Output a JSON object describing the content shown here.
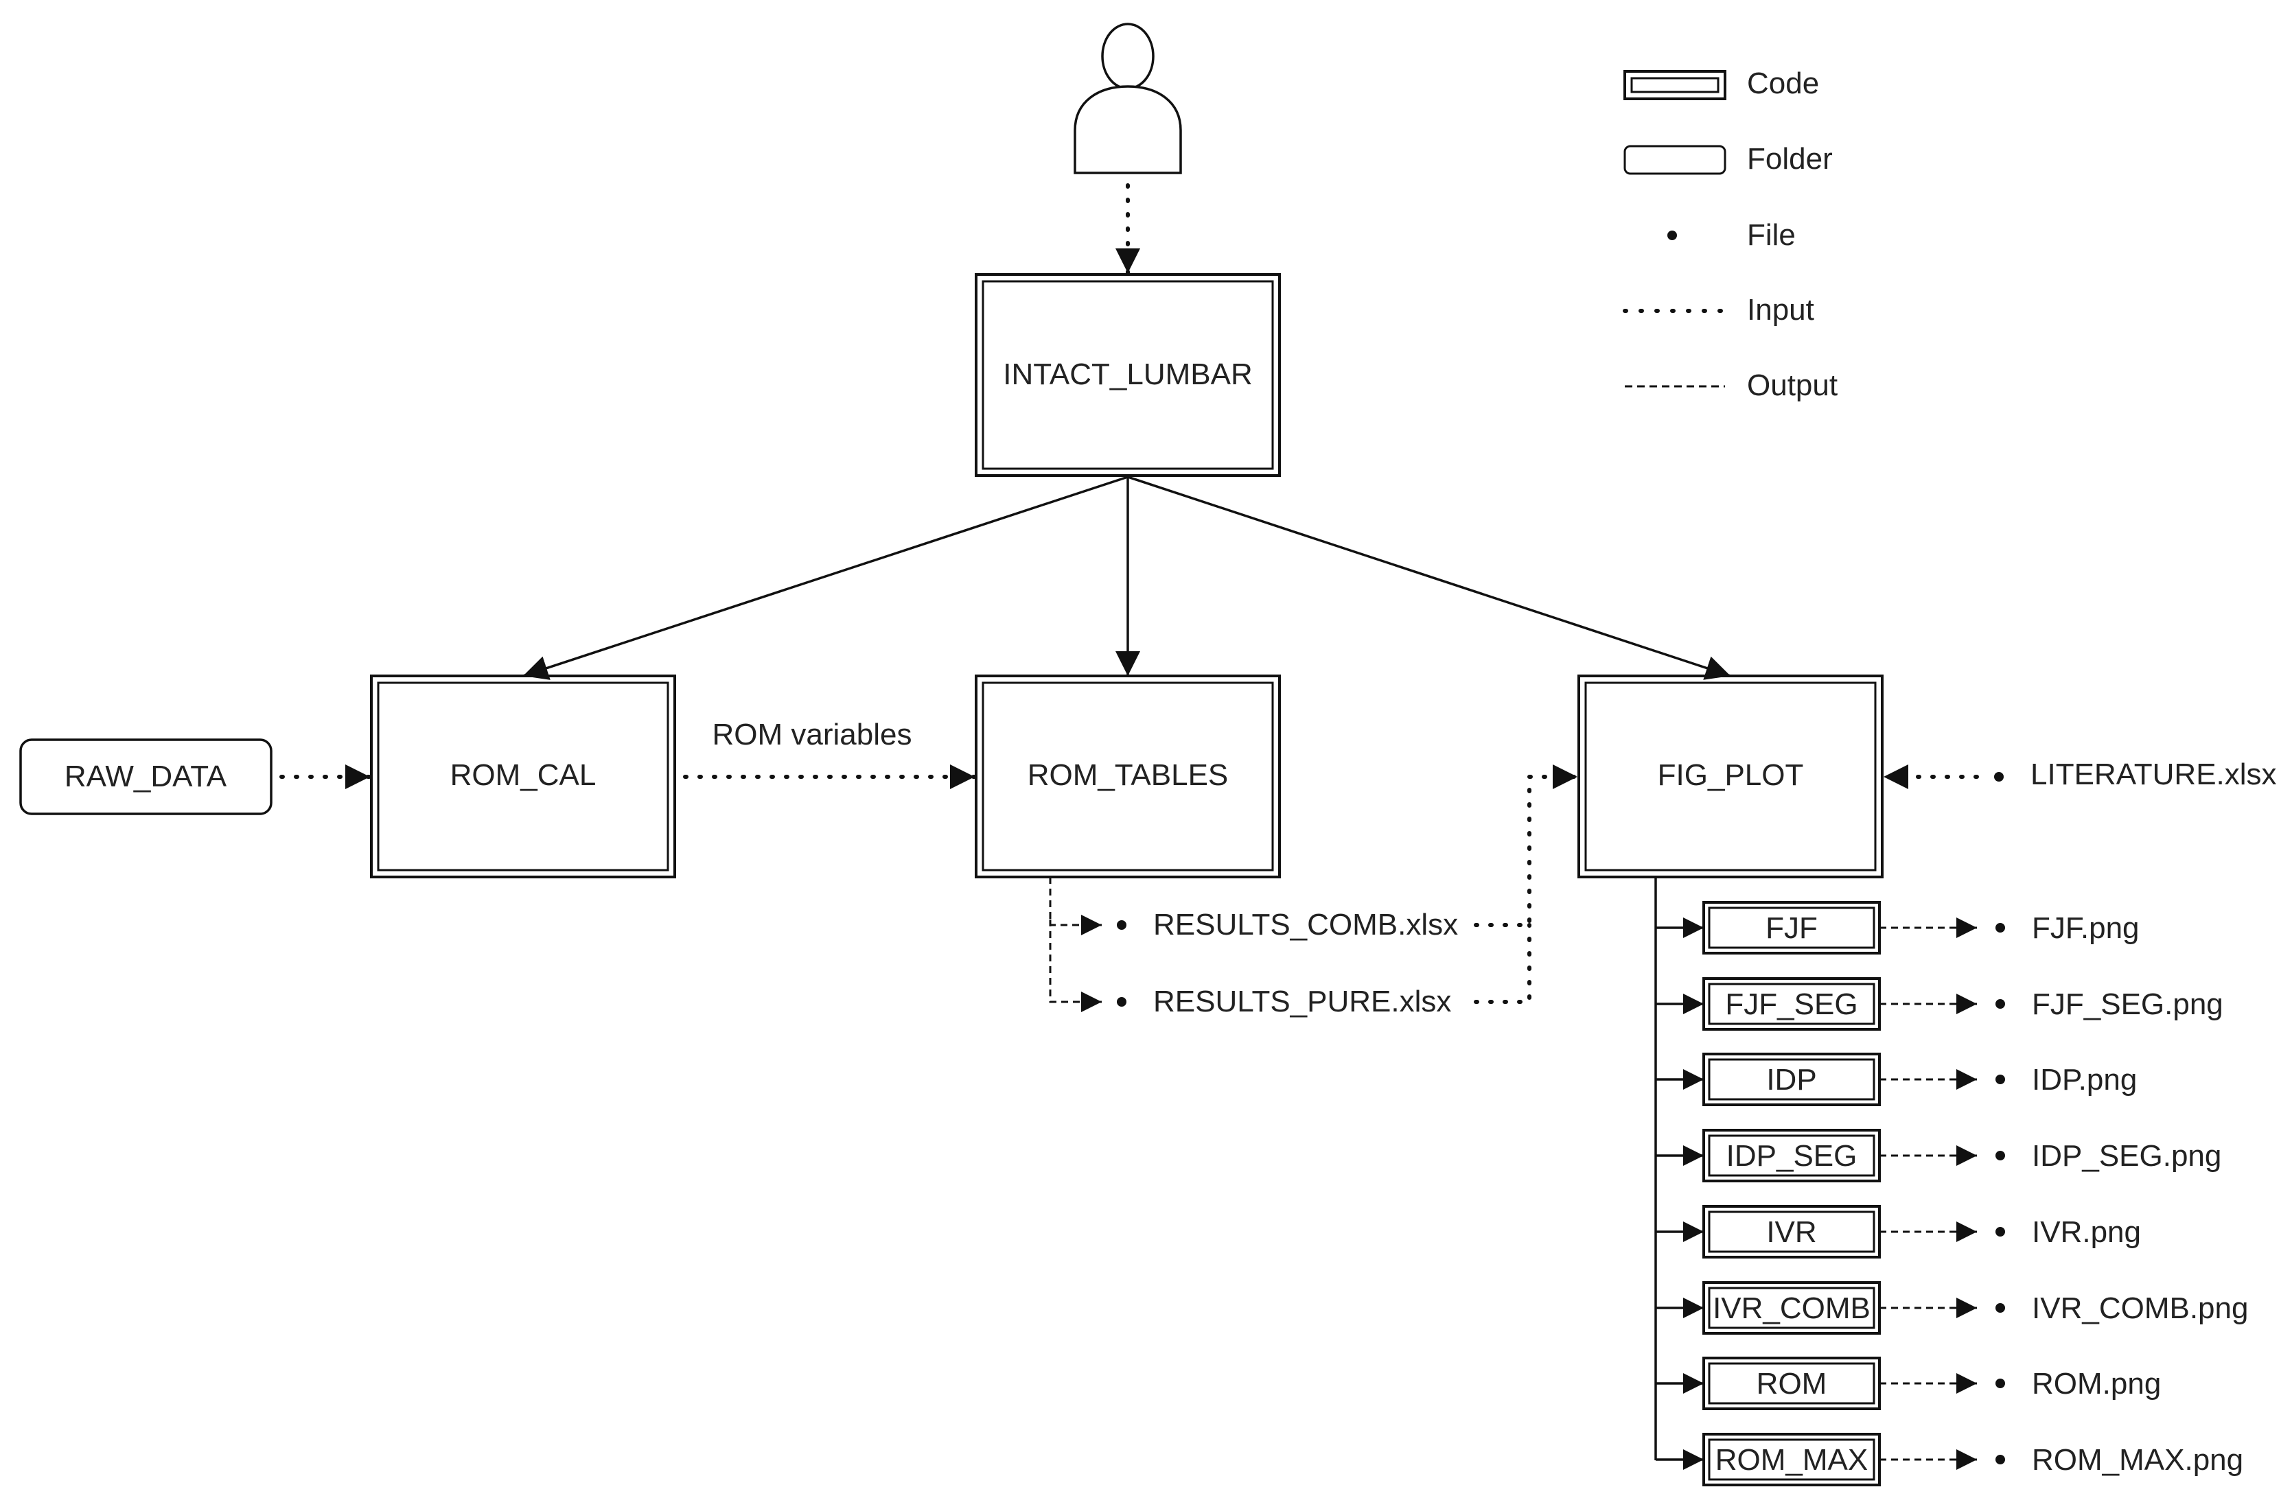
{
  "legend": {
    "code": "Code",
    "folder": "Folder",
    "file": "File",
    "input": "Input",
    "output": "Output"
  },
  "nodes": {
    "intact_lumbar": "INTACT_LUMBAR",
    "rom_cal": "ROM_CAL",
    "rom_tables": "ROM_TABLES",
    "fig_plot": "FIG_PLOT",
    "raw_data": "RAW_DATA",
    "rom_variables": "ROM variables",
    "literature": "LITERATURE.xlsx",
    "results_comb": "RESULTS_COMB.xlsx",
    "results_pure": "RESULTS_PURE.xlsx"
  },
  "modules": [
    {
      "name": "FJF",
      "file": "FJF.png"
    },
    {
      "name": "FJF_SEG",
      "file": "FJF_SEG.png"
    },
    {
      "name": "IDP",
      "file": "IDP.png"
    },
    {
      "name": "IDP_SEG",
      "file": "IDP_SEG.png"
    },
    {
      "name": "IVR",
      "file": "IVR.png"
    },
    {
      "name": "IVR_COMB",
      "file": "IVR_COMB.png"
    },
    {
      "name": "ROM",
      "file": "ROM.png"
    },
    {
      "name": "ROM_MAX",
      "file": "ROM_MAX.png"
    }
  ],
  "colors": {
    "stroke": "#111111",
    "text": "#222222",
    "background": "#ffffff"
  }
}
